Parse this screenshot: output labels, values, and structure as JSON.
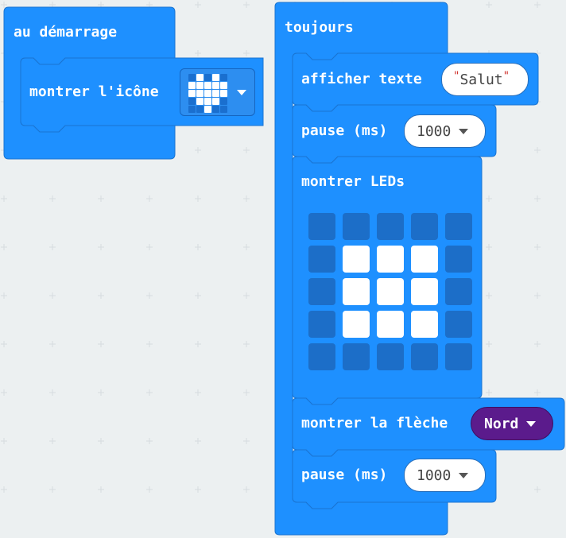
{
  "on_start": {
    "label": "au démarrage",
    "show_icon": {
      "label": "montrer l'icône",
      "icon_name": "heart-icon",
      "icon_pattern": [
        [
          0,
          1,
          0,
          1,
          0
        ],
        [
          1,
          1,
          1,
          1,
          1
        ],
        [
          1,
          1,
          1,
          1,
          1
        ],
        [
          0,
          1,
          1,
          1,
          0
        ],
        [
          0,
          0,
          1,
          0,
          0
        ]
      ]
    }
  },
  "forever": {
    "label": "toujours",
    "show_string": {
      "label": "afficher texte",
      "value": "Salut"
    },
    "pause_1": {
      "label": "pause (ms)",
      "value": "1000"
    },
    "show_leds": {
      "label": "montrer LEDs",
      "pattern": [
        [
          0,
          0,
          0,
          0,
          0
        ],
        [
          0,
          1,
          1,
          1,
          0
        ],
        [
          0,
          1,
          1,
          1,
          0
        ],
        [
          0,
          1,
          1,
          1,
          0
        ],
        [
          0,
          0,
          0,
          0,
          0
        ]
      ]
    },
    "show_arrow": {
      "label": "montrer la flèche",
      "direction": "Nord"
    },
    "pause_2": {
      "label": "pause (ms)",
      "value": "1000"
    }
  },
  "colors": {
    "workspace": "#ecf0f1",
    "basic_block": "#1e90ff",
    "basic_block_border": "#1a74d1",
    "led_off": "#1c6ec8",
    "led_on": "#ffffff",
    "arrow_dropdown": "#5b1b8c"
  }
}
